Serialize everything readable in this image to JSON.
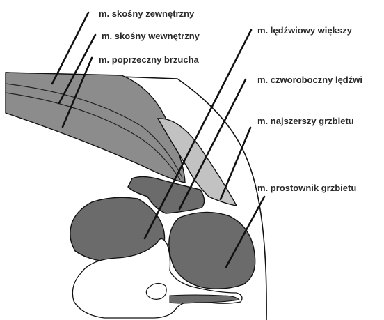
{
  "labels": {
    "external_oblique": "m. skośny zewnętrzny",
    "internal_oblique": "m. skośny wewnętrzny",
    "transversus": "m. poprzeczny brzucha",
    "psoas_major": "m. lędźwiowy większy",
    "quadratus_lumborum": "m. czworoboczny lędźwi",
    "latissimus_dorsi": "m. najszerszy grzbietu",
    "erector_spinae": "m. prostownik grzbietu"
  },
  "colors": {
    "muscle_dark": "#6b6b6b",
    "muscle_mid": "#8c8c8c",
    "muscle_light": "#c2c2c2",
    "outline": "#111111",
    "background": "#ffffff"
  }
}
